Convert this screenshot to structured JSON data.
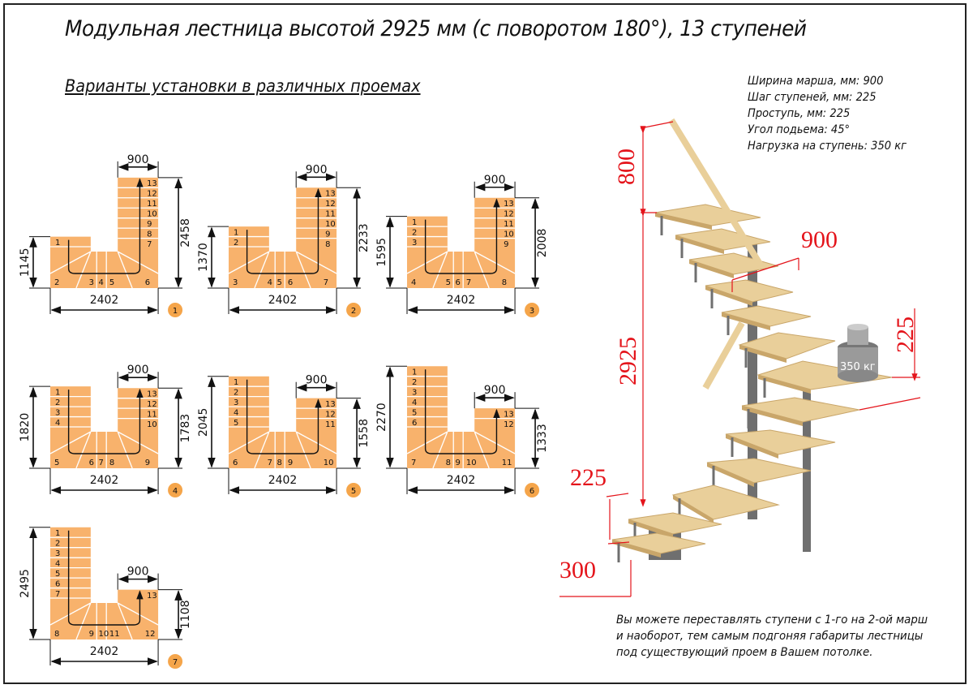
{
  "title": "Модульная лестница высотой 2925 мм (с поворотом 180°), 13 ступеней",
  "subtitle": "Варианты установки в различных проемах",
  "specs": [
    "Ширина марша, мм: 900",
    "Шаг ступеней, мм: 225",
    "Проступь, мм: 225",
    "Угол подьема: 45°",
    "Нагрузка на ступень: 350 кг"
  ],
  "note": [
    "Вы можете переставлять ступени с 1-го на 2-ой марш",
    "и наоборот, тем самым подгоняя габариты лестницы",
    "под существующий проем в Вашем потолке."
  ],
  "colors": {
    "tread_fill": "#f8b26c",
    "dimension_red": "#e4141b",
    "badge": "#f5a54a"
  },
  "variants": [
    {
      "badge": "1",
      "width": "2402",
      "flight_width": "900",
      "left_height": "1145",
      "right_height": "2458",
      "left_steps": [
        "1"
      ],
      "winder_steps": [
        "2",
        "3",
        "4",
        "5",
        "6"
      ],
      "right_steps": [
        "13",
        "12",
        "11",
        "10",
        "9",
        "8",
        "7"
      ]
    },
    {
      "badge": "2",
      "width": "2402",
      "flight_width": "900",
      "left_height": "1370",
      "right_height": "2233",
      "left_steps": [
        "1",
        "2"
      ],
      "winder_steps": [
        "3",
        "4",
        "5",
        "6",
        "7"
      ],
      "right_steps": [
        "13",
        "12",
        "11",
        "10",
        "9",
        "8"
      ]
    },
    {
      "badge": "3",
      "width": "2402",
      "flight_width": "900",
      "left_height": "1595",
      "right_height": "2008",
      "left_steps": [
        "1",
        "2",
        "3"
      ],
      "winder_steps": [
        "4",
        "5",
        "6",
        "7",
        "8"
      ],
      "right_steps": [
        "13",
        "12",
        "11",
        "10",
        "9"
      ]
    },
    {
      "badge": "4",
      "width": "2402",
      "flight_width": "900",
      "left_height": "1820",
      "right_height": "1783",
      "left_steps": [
        "1",
        "2",
        "3",
        "4"
      ],
      "winder_steps": [
        "5",
        "6",
        "7",
        "8",
        "9"
      ],
      "right_steps": [
        "13",
        "12",
        "11",
        "10"
      ]
    },
    {
      "badge": "5",
      "width": "2402",
      "flight_width": "900",
      "left_height": "2045",
      "right_height": "1558",
      "left_steps": [
        "1",
        "2",
        "3",
        "4",
        "5"
      ],
      "winder_steps": [
        "6",
        "7",
        "8",
        "9",
        "10"
      ],
      "right_steps": [
        "13",
        "12",
        "11"
      ]
    },
    {
      "badge": "6",
      "width": "2402",
      "flight_width": "900",
      "left_height": "2270",
      "right_height": "1333",
      "left_steps": [
        "1",
        "2",
        "3",
        "4",
        "5",
        "6"
      ],
      "winder_steps": [
        "7",
        "8",
        "9",
        "10",
        "11"
      ],
      "right_steps": [
        "13",
        "12"
      ]
    },
    {
      "badge": "7",
      "width": "2402",
      "flight_width": "900",
      "left_height": "2495",
      "right_height": "1108",
      "left_steps": [
        "1",
        "2",
        "3",
        "4",
        "5",
        "6",
        "7"
      ],
      "winder_steps": [
        "8",
        "9",
        "10",
        "11",
        "12"
      ],
      "right_steps": [
        "13"
      ]
    }
  ],
  "render": {
    "handrail_height": "800",
    "flight_width": "900",
    "total_height": "2925",
    "step_rise": "225",
    "bottom_tread": "225",
    "bottom_offset": "300",
    "weight_label": "350 кг"
  }
}
